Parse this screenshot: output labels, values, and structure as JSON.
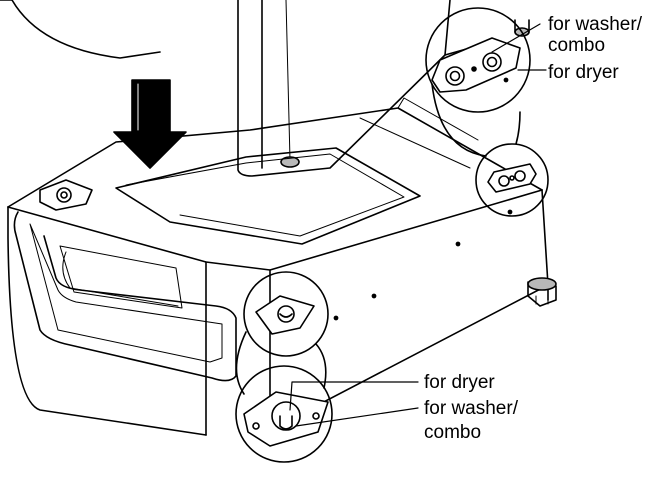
{
  "labels": {
    "top_washer_line1": "for washer/",
    "top_washer_line2": "combo",
    "top_dryer": "for dryer",
    "bottom_dryer": "for dryer",
    "bottom_washer_line1": "for washer/",
    "bottom_washer_line2": "combo"
  },
  "colors": {
    "stroke": "#000000",
    "background": "#ffffff",
    "foot_fill": "#b8b8b8",
    "shade_fill": "#e8e8e8"
  },
  "icons": {
    "arrow": "down-arrow-icon"
  }
}
